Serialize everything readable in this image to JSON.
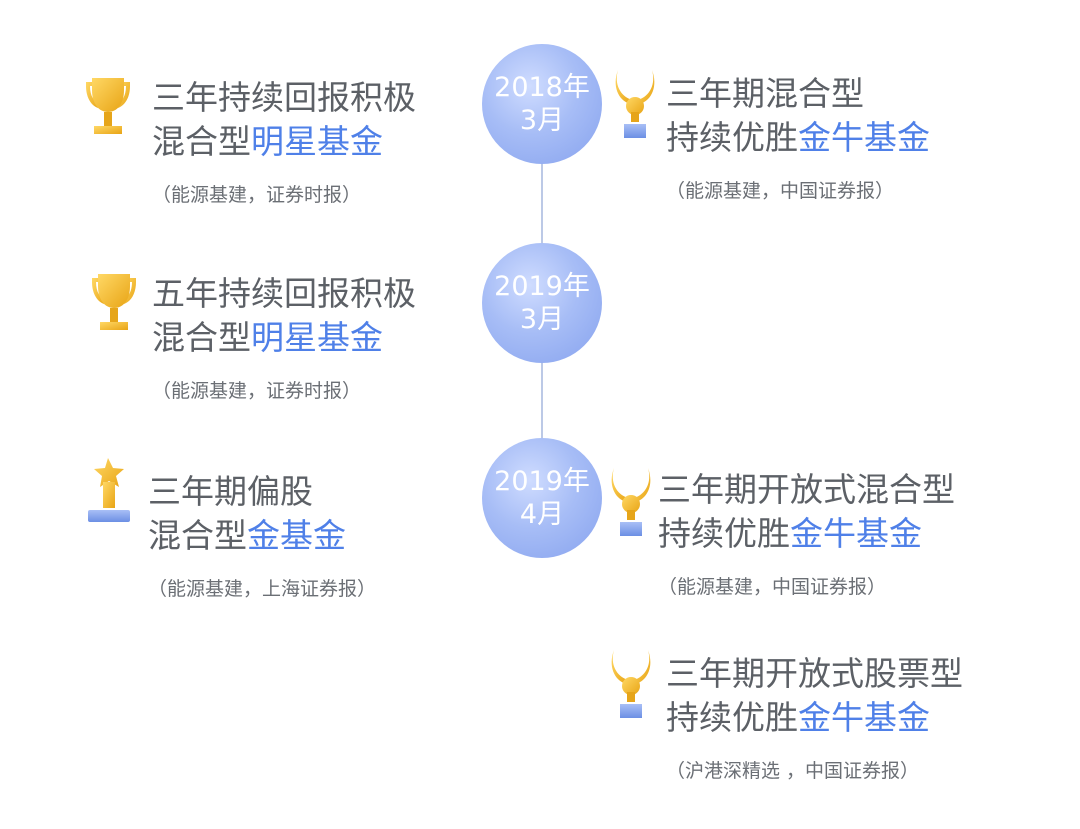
{
  "timeline": {
    "nodes": [
      {
        "year": "2018年",
        "month": "3月"
      },
      {
        "year": "2019年",
        "month": "3月"
      },
      {
        "year": "2019年",
        "month": "4月"
      }
    ]
  },
  "awards": {
    "a1": {
      "line1": "三年持续回报积极",
      "line2_plain": "混合型",
      "line2_highlight": "明星基金",
      "note": "（能源基建，证券时报）"
    },
    "a2": {
      "line1": "三年期混合型",
      "line2_plain": "持续优胜",
      "line2_highlight": "金牛基金",
      "note": "（能源基建，中国证券报）"
    },
    "a3": {
      "line1": "五年持续回报积极",
      "line2_plain": "混合型",
      "line2_highlight": "明星基金",
      "note": "（能源基建，证券时报）"
    },
    "a4": {
      "line1": "三年期偏股",
      "line2_plain": "混合型",
      "line2_highlight": "金基金",
      "note": "（能源基建，上海证券报）"
    },
    "a5": {
      "line1": "三年期开放式混合型",
      "line2_plain": "持续优胜",
      "line2_highlight": "金牛基金",
      "note": "（能源基建，中国证券报）"
    },
    "a6": {
      "line1": "三年期开放式股票型",
      "line2_plain": "持续优胜",
      "line2_highlight": "金牛基金",
      "note": "（沪港深精选 ，中国证券报）"
    }
  },
  "colors": {
    "highlight": "#4f80e8",
    "text": "#5c6066",
    "node": "#a7bdf6",
    "gold": "#f2b827",
    "line": "#bcc9e6"
  },
  "icons": {
    "trophy": "trophy-icon",
    "bull": "golden-bull-icon",
    "star": "star-trophy-icon"
  }
}
